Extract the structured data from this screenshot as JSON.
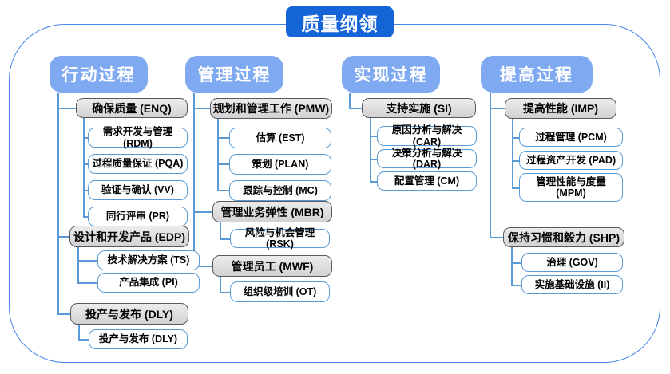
{
  "title": "质量纲领",
  "colors": {
    "title_bg": "#1565d8",
    "header_bg": "#7fa9f1",
    "connector": "#5b9bd5",
    "frame_border": "#4a86e8",
    "group_fill": "#d9d9d9",
    "group_border": "#5a5a5a"
  },
  "columns": [
    {
      "header": "行动过程",
      "groups": [
        {
          "label": "确保质量 (ENQ)",
          "children": [
            "需求开发与管理 (RDM)",
            "过程质量保证 (PQA)",
            "验证与确认 (VV)",
            "同行评审 (PR)"
          ]
        },
        {
          "label": "设计和开发产品 (EDP)",
          "children": [
            "技术解决方案 (TS)",
            "产品集成 (PI)"
          ]
        },
        {
          "label": "投产与发布 (DLY)",
          "children": [
            "投产与发布 (DLY)"
          ]
        }
      ]
    },
    {
      "header": "管理过程",
      "groups": [
        {
          "label": "规划和管理工作 (PMW)",
          "children": [
            "估算 (EST)",
            "策划 (PLAN)",
            "跟踪与控制 (MC)"
          ]
        },
        {
          "label": "管理业务弹性 (MBR)",
          "children": [
            "风险与机会管理 (RSK)"
          ]
        },
        {
          "label": "管理员工 (MWF)",
          "children": [
            "组织级培训 (OT)"
          ]
        }
      ]
    },
    {
      "header": "实现过程",
      "groups": [
        {
          "label": "支持实施 (SI)",
          "children": [
            "原因分析与解决 (CAR)",
            "决策分析与解决 (DAR)",
            "配置管理 (CM)"
          ]
        }
      ]
    },
    {
      "header": "提高过程",
      "groups": [
        {
          "label": "提高性能 (IMP)",
          "children": [
            "过程管理 (PCM)",
            "过程资产开发 (PAD)",
            "管理性能与度量 (MPM)"
          ]
        },
        {
          "label": "保持习惯和毅力 (SHP)",
          "children": [
            "治理 (GOV)",
            "实施基础设施 (II)"
          ]
        }
      ]
    }
  ]
}
